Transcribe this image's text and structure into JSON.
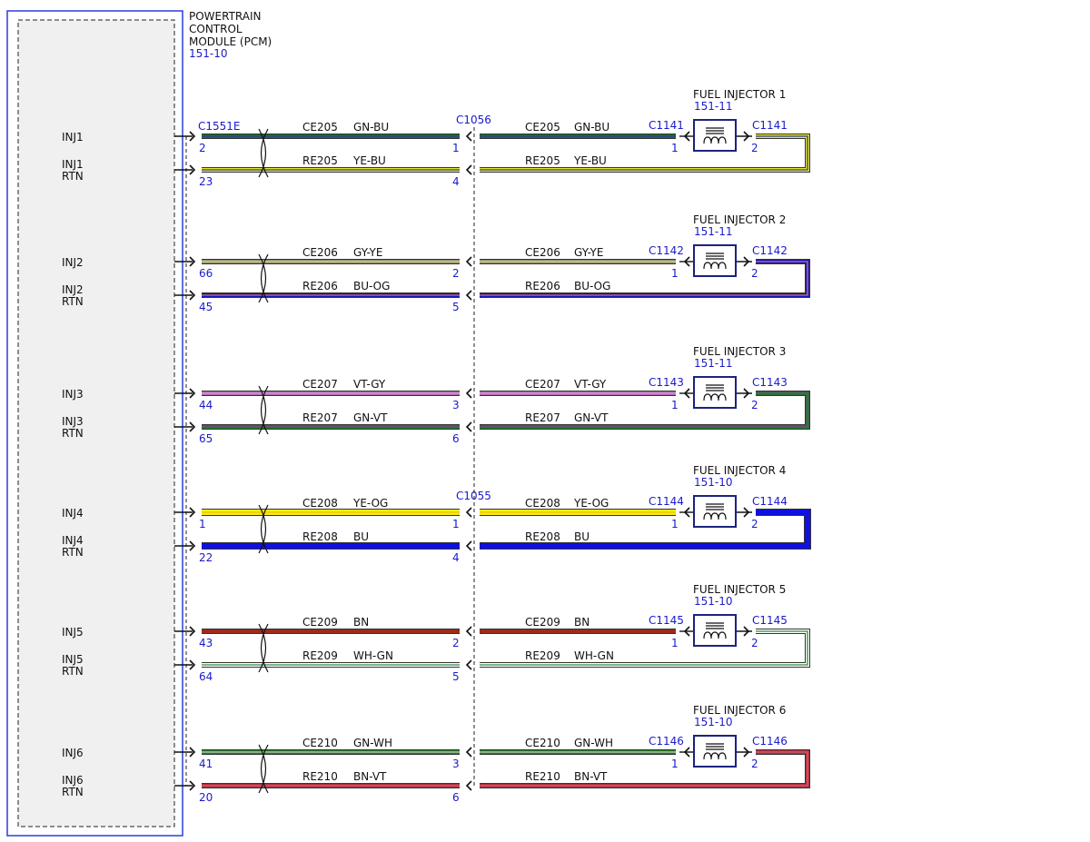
{
  "module": {
    "title_lines": [
      "POWERTRAIN",
      "CONTROL",
      "MODULE (PCM)"
    ],
    "ref": "151-10",
    "pcm_connector": "C1551E"
  },
  "inline_connectors": {
    "top": "C1056",
    "inj4": "C1055"
  },
  "colors": {
    "GN-BU": [
      "#1f6b2a",
      "#2a3fa8"
    ],
    "YE-BU": [
      "#e9e52a",
      "#2a3fa8"
    ],
    "GY-YE": [
      "#8a8a8a",
      "#e9e52a"
    ],
    "BU-OG": [
      "#1414c8",
      "#e07a1a"
    ],
    "VT-GY": [
      "#b36ab3",
      "#c9a8c9"
    ],
    "GN-VT": [
      "#1f7a2a",
      "#8a3a9a"
    ],
    "YE-OG": [
      "#f2ee10",
      "#f2d010"
    ],
    "BU": [
      "#1010e0",
      "#1010e0"
    ],
    "BN": [
      "#a02a1a",
      "#a02a1a"
    ],
    "WH-GN": [
      "#ffffff",
      "#2a8a3a"
    ],
    "GN-WH": [
      "#2a7a2a",
      "#b8d8b8"
    ],
    "BN-VT": [
      "#b03040",
      "#d06070"
    ]
  },
  "injectors": [
    {
      "signal_label": [
        "INJ1"
      ],
      "return_label": [
        "INJ1",
        "RTN"
      ],
      "injector_title": "FUEL INJECTOR 1",
      "injector_ref": "151-11",
      "connector": "C1141",
      "signal_circuit": "CE205",
      "signal_color": "GN-BU",
      "return_circuit": "RE205",
      "return_color": "YE-BU",
      "pcm_pins": [
        "2",
        "23"
      ],
      "inline_pins": [
        "1",
        "4"
      ],
      "inj_pins": [
        "1",
        "2"
      ]
    },
    {
      "signal_label": [
        "INJ2"
      ],
      "return_label": [
        "INJ2",
        "RTN"
      ],
      "injector_title": "FUEL INJECTOR 2",
      "injector_ref": "151-11",
      "connector": "C1142",
      "signal_circuit": "CE206",
      "signal_color": "GY-YE",
      "return_circuit": "RE206",
      "return_color": "BU-OG",
      "pcm_pins": [
        "66",
        "45"
      ],
      "inline_pins": [
        "2",
        "5"
      ],
      "inj_pins": [
        "1",
        "2"
      ]
    },
    {
      "signal_label": [
        "INJ3"
      ],
      "return_label": [
        "INJ3",
        "RTN"
      ],
      "injector_title": "FUEL INJECTOR 3",
      "injector_ref": "151-11",
      "connector": "C1143",
      "signal_circuit": "CE207",
      "signal_color": "VT-GY",
      "return_circuit": "RE207",
      "return_color": "GN-VT",
      "pcm_pins": [
        "44",
        "65"
      ],
      "inline_pins": [
        "3",
        "6"
      ],
      "inj_pins": [
        "1",
        "2"
      ]
    },
    {
      "signal_label": [
        "INJ4"
      ],
      "return_label": [
        "INJ4",
        "RTN"
      ],
      "injector_title": "FUEL INJECTOR 4",
      "injector_ref": "151-10",
      "connector": "C1144",
      "signal_circuit": "CE208",
      "signal_color": "YE-OG",
      "return_circuit": "RE208",
      "return_color": "BU",
      "pcm_pins": [
        "1",
        "22"
      ],
      "inline_pins": [
        "1",
        "4"
      ],
      "inj_pins": [
        "1",
        "2"
      ]
    },
    {
      "signal_label": [
        "INJ5"
      ],
      "return_label": [
        "INJ5",
        "RTN"
      ],
      "injector_title": "FUEL INJECTOR 5",
      "injector_ref": "151-10",
      "connector": "C1145",
      "signal_circuit": "CE209",
      "signal_color": "BN",
      "return_circuit": "RE209",
      "return_color": "WH-GN",
      "pcm_pins": [
        "43",
        "64"
      ],
      "inline_pins": [
        "2",
        "5"
      ],
      "inj_pins": [
        "1",
        "2"
      ]
    },
    {
      "signal_label": [
        "INJ6"
      ],
      "return_label": [
        "INJ6",
        "RTN"
      ],
      "injector_title": "FUEL INJECTOR 6",
      "injector_ref": "151-10",
      "connector": "C1146",
      "signal_circuit": "CE210",
      "signal_color": "GN-WH",
      "return_circuit": "RE210",
      "return_color": "BN-VT",
      "pcm_pins": [
        "41",
        "20"
      ],
      "inline_pins": [
        "3",
        "6"
      ],
      "inj_pins": [
        "1",
        "2"
      ]
    }
  ]
}
